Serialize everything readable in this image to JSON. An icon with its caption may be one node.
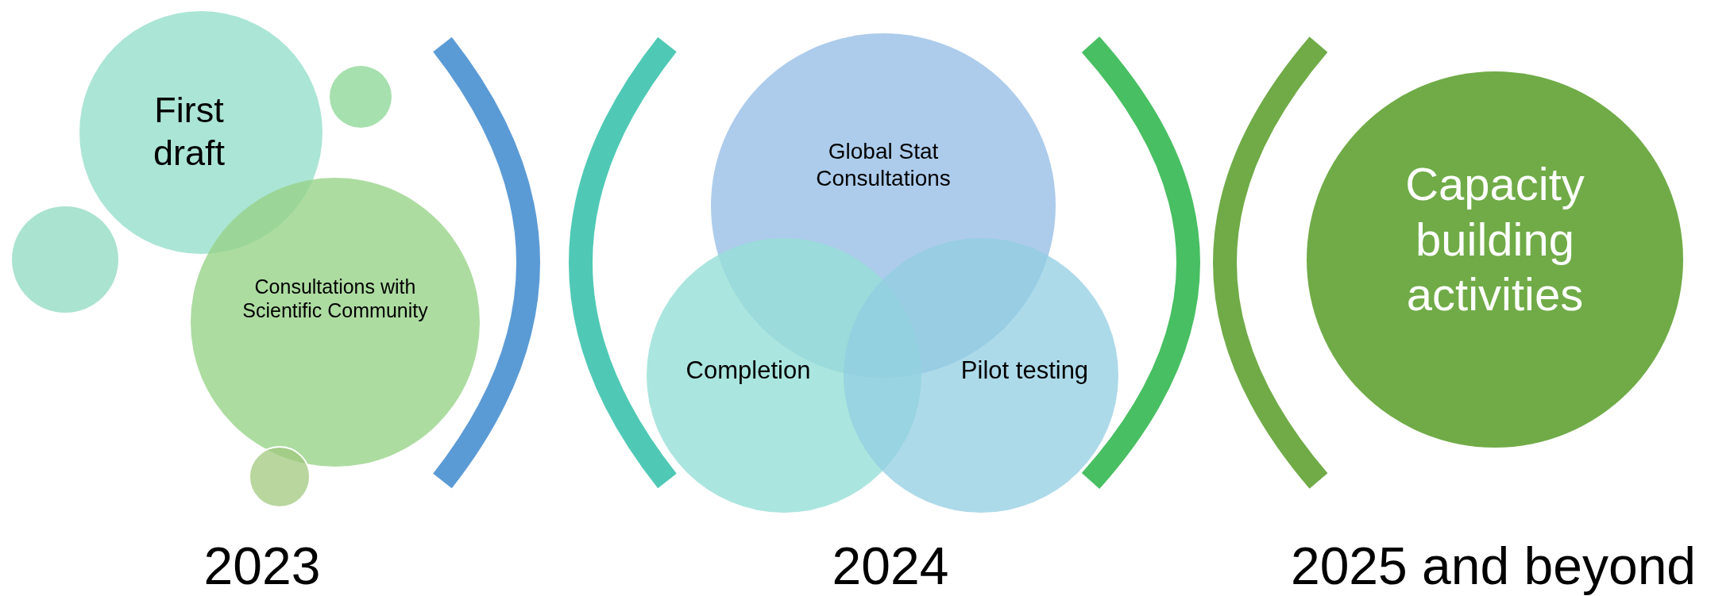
{
  "diagram": {
    "nodes": [
      {
        "text": [
          "First draft"
        ]
      },
      {
        "text": [],
        "shape": "circle"
      },
      {
        "text": [],
        "shape": "circle"
      },
      {
        "text": [
          "Consultations with Scientific Community"
        ]
      },
      {
        "text": [],
        "shape": "circle"
      },
      {
        "text": [
          "Global Stat Consultations"
        ]
      },
      {
        "text": [
          "Completion"
        ]
      },
      {
        "text": [
          "Pilot testing"
        ]
      },
      {
        "text": [
          "Capacity building activities"
        ]
      }
    ],
    "labels": [
      "2023",
      "2024",
      "2025 and beyond"
    ]
  }
}
